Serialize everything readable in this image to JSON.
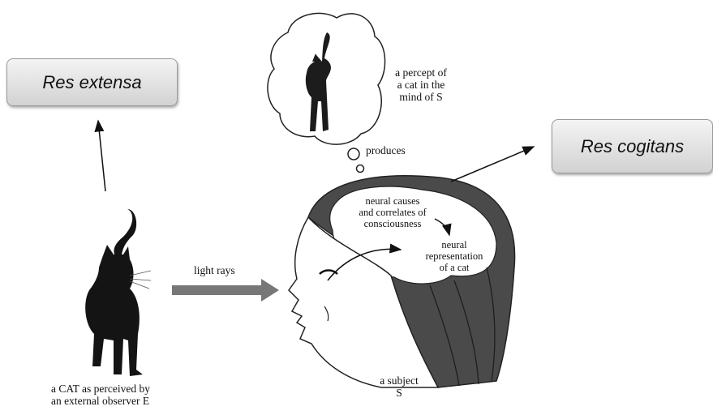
{
  "boxes": {
    "res_extensa": "Res extensa",
    "res_cogitans": "Res cogitans"
  },
  "labels": {
    "percept": [
      "a percept of",
      "a cat in the",
      "mind of S"
    ],
    "produces": "produces",
    "light_rays": "light rays",
    "neural_causes": [
      "neural causes",
      "and correlates of",
      "consciousness"
    ],
    "neural_representation": [
      "neural",
      "representation",
      "of a cat"
    ],
    "cat_caption": [
      "a CAT as perceived by",
      "an external observer E"
    ],
    "subject": [
      "a subject",
      "S"
    ]
  },
  "colors": {
    "box_fill_top": "#f4f4f4",
    "box_fill_bottom": "#d2d2d2",
    "ink": "#111111",
    "hair": "#4a4a4a",
    "light_arrow": "#777777"
  }
}
